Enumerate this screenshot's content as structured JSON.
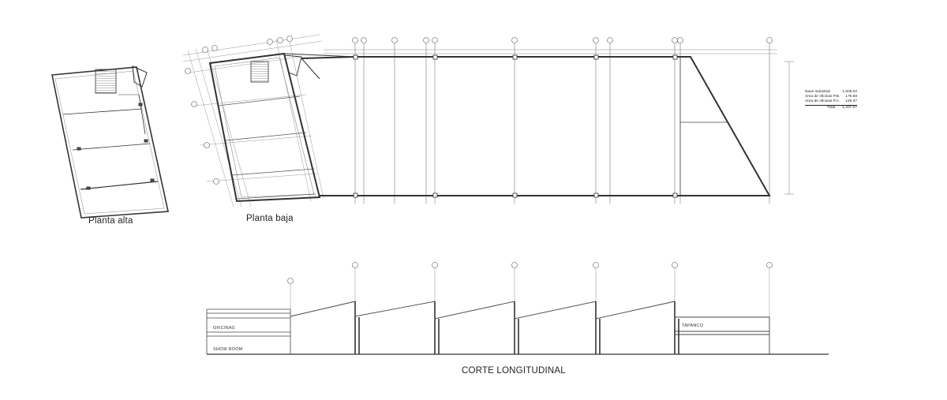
{
  "labels": {
    "upper_plan": "Planta alta",
    "ground_plan": "Planta baja",
    "section": "CORTE LONGITUDINAL",
    "offices": "OFICINAS",
    "show_room": "SHOW ROOM",
    "mezzanine": "TAPANCO"
  },
  "area_table": {
    "rows": [
      {
        "name": "Nave industrial",
        "value": "1,009.02"
      },
      {
        "name": "Area de oficinas P.B.",
        "value": "178.68"
      },
      {
        "name": "Area de oficinas P.A.",
        "value": "149.37"
      }
    ],
    "total": {
      "name": "Total",
      "value": "1,337.07"
    }
  },
  "colors": {
    "line": "#333333",
    "thin": "#8a8a8a",
    "background": "#ffffff"
  }
}
